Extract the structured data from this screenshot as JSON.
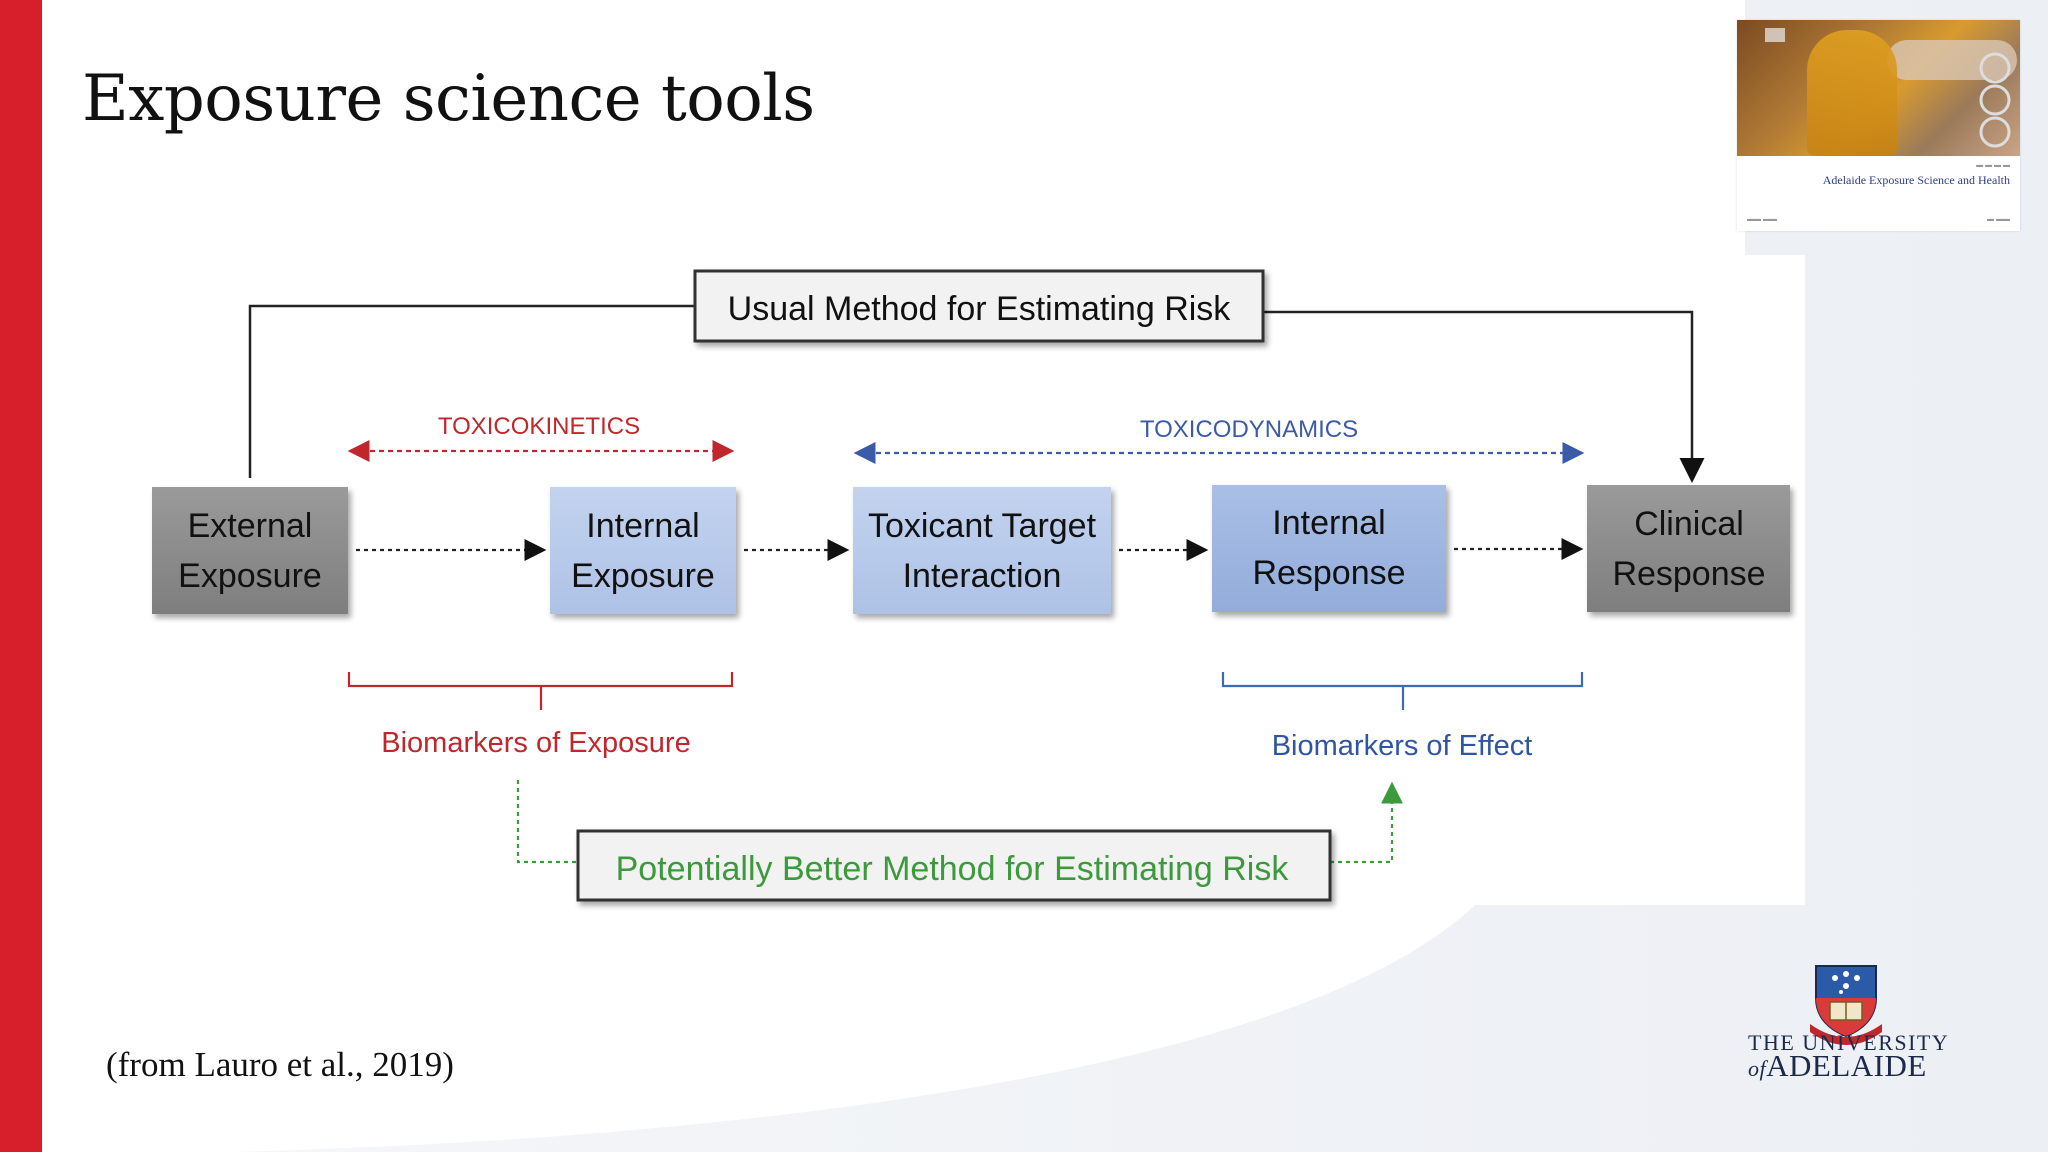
{
  "slide": {
    "title": "Exposure science tools",
    "citation": "(from Lauro et al., 2019)"
  },
  "diagram": {
    "usual_method": "Usual Method for Estimating Risk",
    "better_method": "Potentially Better Method for Estimating Risk",
    "toxicokinetics": "TOXICOKINETICS",
    "toxicodynamics": "TOXICODYNAMICS",
    "boxes": {
      "external": [
        "External",
        "Exposure"
      ],
      "internal_exposure": [
        "Internal",
        "Exposure"
      ],
      "toxicant": [
        "Toxicant Target",
        "Interaction"
      ],
      "internal_response": [
        "Internal",
        "Response"
      ],
      "clinical": [
        "Clinical",
        "Response"
      ]
    },
    "biomarkers_exposure": "Biomarkers of Exposure",
    "biomarkers_effect": "Biomarkers of Effect"
  },
  "thumbnail": {
    "caption": "Adelaide Exposure Science and Health"
  },
  "logo": {
    "line1": "THE UNIVERSITY",
    "line2_of": "of",
    "line2": "ADELAIDE"
  },
  "colors": {
    "accent_red": "#d71f2b",
    "box_grey": "#8a8a8a",
    "box_blue": "#b7c9e8",
    "box_blue_dark": "#9fb6e0",
    "toxicokinetics": "#c0272d",
    "toxicodynamics": "#3b5aa8",
    "better_green": "#3c9a3c"
  }
}
